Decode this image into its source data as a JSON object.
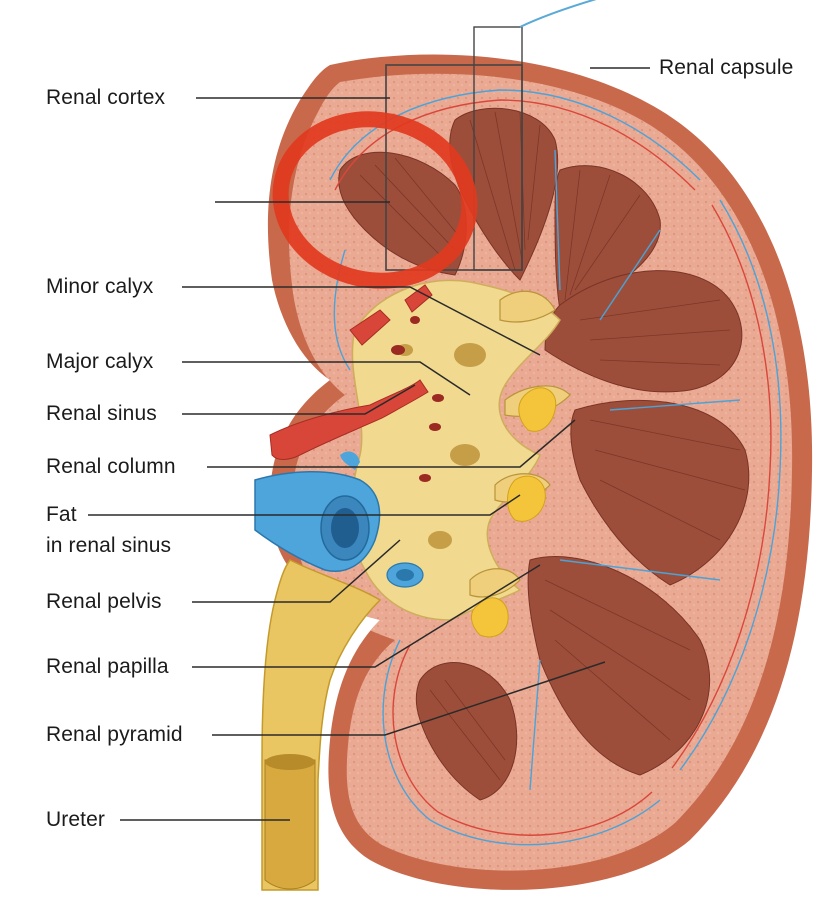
{
  "labels": {
    "renal_capsule": "Renal capsule",
    "renal_cortex": "Renal cortex",
    "renal_medulla": "",
    "minor_calyx": "Minor calyx",
    "major_calyx": "Major calyx",
    "renal_sinus": "Renal sinus",
    "renal_column": "Renal column",
    "fat_line1": "Fat",
    "fat_line2": "in renal sinus",
    "renal_pelvis": "Renal pelvis",
    "renal_papilla": "Renal papilla",
    "renal_pyramid": "Renal pyramid",
    "ureter": "Ureter"
  },
  "colors": {
    "capsule": "#c96a4e",
    "cortex": "#e9a88e",
    "pyramid": "#9a4b38",
    "sinus_fat": "#f1d98f",
    "pelvis": "#e8c766",
    "artery": "#d9473b",
    "vein": "#4aa3d9",
    "annotation": "#e03a1e",
    "leader": "#2a2a2a"
  }
}
